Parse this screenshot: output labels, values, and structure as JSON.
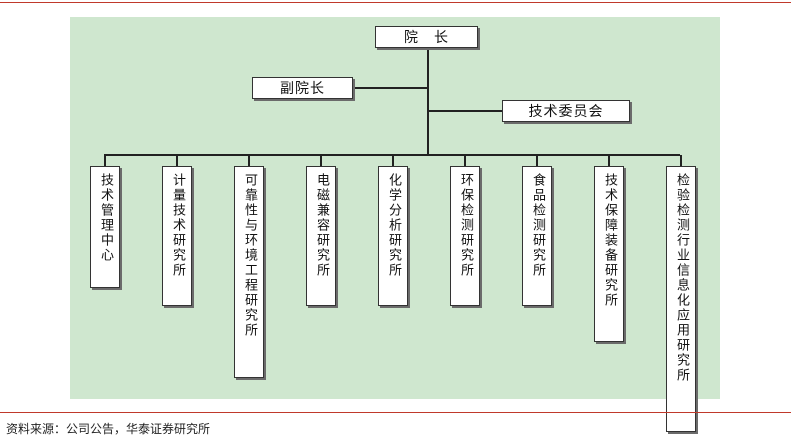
{
  "chart_data": {
    "type": "org_chart",
    "root": "院　长",
    "side_nodes": [
      "副院长",
      "技术委员会"
    ],
    "units": [
      "技术管理中心",
      "计量技术研究所",
      "可靠性与环境工程研究所",
      "电磁兼容研究所",
      "化学分析研究所",
      "环保检测研究所",
      "食品检测研究所",
      "技术保障装备研究所",
      "检验检测行业信息化应用研究所"
    ]
  },
  "source": "资料来源：公司公告，华泰证券研究所"
}
